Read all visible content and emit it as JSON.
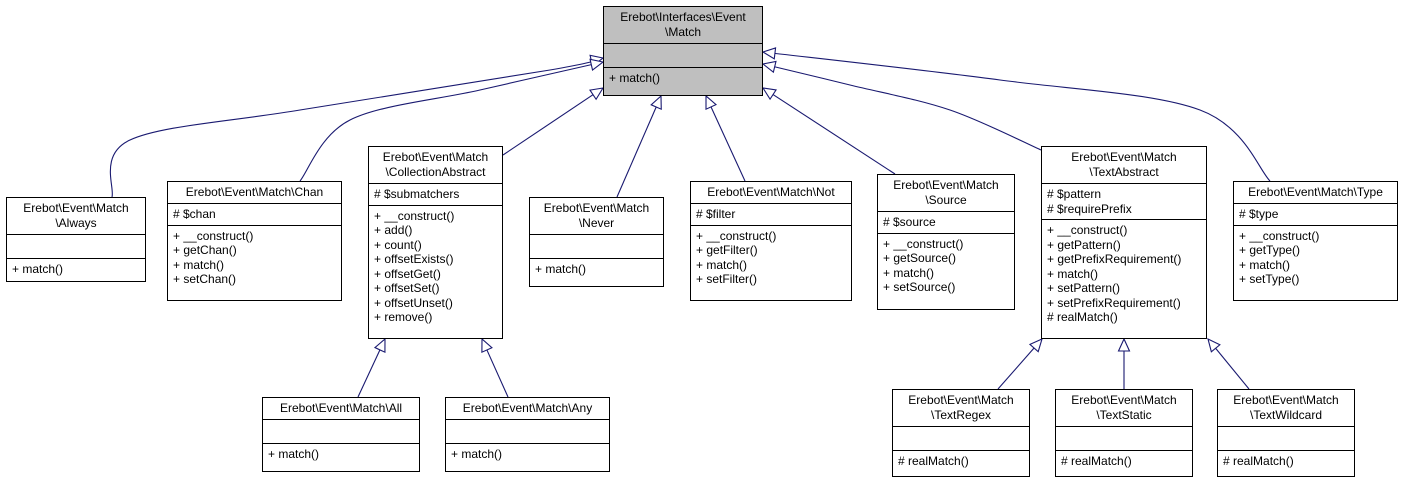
{
  "classes": [
    {
      "id": "base",
      "title": [
        "Erebot\\Interfaces\\Event",
        "\\Match"
      ],
      "attributes": [],
      "methods": [
        "+ match()"
      ],
      "highlight": true
    },
    {
      "id": "always",
      "title": [
        "Erebot\\Event\\Match",
        "\\Always"
      ],
      "attributes": [],
      "methods": [
        "+ match()"
      ]
    },
    {
      "id": "chan",
      "title": [
        "Erebot\\Event\\Match\\Chan"
      ],
      "attributes": [
        "# $chan"
      ],
      "methods": [
        "+ __construct()",
        "+ getChan()",
        "+ match()",
        "+ setChan()"
      ]
    },
    {
      "id": "collection",
      "title": [
        "Erebot\\Event\\Match",
        "\\CollectionAbstract"
      ],
      "attributes": [
        "# $submatchers"
      ],
      "methods": [
        "+ __construct()",
        "+ add()",
        "+ count()",
        "+ offsetExists()",
        "+ offsetGet()",
        "+ offsetSet()",
        "+ offsetUnset()",
        "+ remove()"
      ]
    },
    {
      "id": "never",
      "title": [
        "Erebot\\Event\\Match",
        "\\Never"
      ],
      "attributes": [],
      "methods": [
        "+ match()"
      ]
    },
    {
      "id": "not",
      "title": [
        "Erebot\\Event\\Match\\Not"
      ],
      "attributes": [
        "# $filter"
      ],
      "methods": [
        "+ __construct()",
        "+ getFilter()",
        "+ match()",
        "+ setFilter()"
      ]
    },
    {
      "id": "source",
      "title": [
        "Erebot\\Event\\Match",
        "\\Source"
      ],
      "attributes": [
        "# $source"
      ],
      "methods": [
        "+ __construct()",
        "+ getSource()",
        "+ match()",
        "+ setSource()"
      ]
    },
    {
      "id": "textabstract",
      "title": [
        "Erebot\\Event\\Match",
        "\\TextAbstract"
      ],
      "attributes": [
        "# $pattern",
        "# $requirePrefix"
      ],
      "methods": [
        "+ __construct()",
        "+ getPattern()",
        "+ getPrefixRequirement()",
        "+ match()",
        "+ setPattern()",
        "+ setPrefixRequirement()",
        "# realMatch()"
      ]
    },
    {
      "id": "type",
      "title": [
        "Erebot\\Event\\Match\\Type"
      ],
      "attributes": [
        "# $type"
      ],
      "methods": [
        "+ __construct()",
        "+ getType()",
        "+ match()",
        "+ setType()"
      ]
    },
    {
      "id": "all",
      "title": [
        "Erebot\\Event\\Match\\All"
      ],
      "attributes": [],
      "methods": [
        "+ match()"
      ]
    },
    {
      "id": "any",
      "title": [
        "Erebot\\Event\\Match\\Any"
      ],
      "attributes": [],
      "methods": [
        "+ match()"
      ]
    },
    {
      "id": "textregex",
      "title": [
        "Erebot\\Event\\Match",
        "\\TextRegex"
      ],
      "attributes": [],
      "methods": [
        "# realMatch()"
      ]
    },
    {
      "id": "textstatic",
      "title": [
        "Erebot\\Event\\Match",
        "\\TextStatic"
      ],
      "attributes": [],
      "methods": [
        "# realMatch()"
      ]
    },
    {
      "id": "textwildcard",
      "title": [
        "Erebot\\Event\\Match",
        "\\TextWildcard"
      ],
      "attributes": [],
      "methods": [
        "# realMatch()"
      ]
    }
  ],
  "inheritance": [
    {
      "child": "always",
      "parent": "base"
    },
    {
      "child": "chan",
      "parent": "base"
    },
    {
      "child": "collection",
      "parent": "base"
    },
    {
      "child": "never",
      "parent": "base"
    },
    {
      "child": "not",
      "parent": "base"
    },
    {
      "child": "source",
      "parent": "base"
    },
    {
      "child": "textabstract",
      "parent": "base"
    },
    {
      "child": "type",
      "parent": "base"
    },
    {
      "child": "all",
      "parent": "collection"
    },
    {
      "child": "any",
      "parent": "collection"
    },
    {
      "child": "textregex",
      "parent": "textabstract"
    },
    {
      "child": "textstatic",
      "parent": "textabstract"
    },
    {
      "child": "textwildcard",
      "parent": "textabstract"
    }
  ],
  "colors": {
    "edge": "#191970",
    "box_border": "#000000",
    "highlight_fill": "#bfbfbf"
  }
}
